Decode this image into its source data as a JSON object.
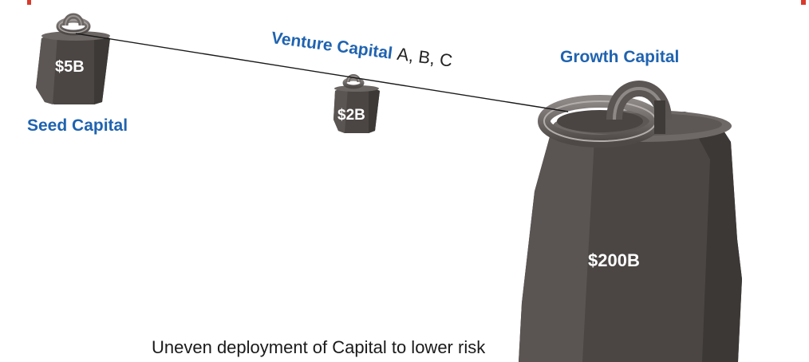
{
  "colors": {
    "label_blue": "#1f63b0",
    "weight_dark": "#4b4644",
    "accent_red": "#d93a2b",
    "caption_text": "#1a1a1a"
  },
  "weights": [
    {
      "label": "Seed Capital",
      "amount": "$5B"
    },
    {
      "label": "Venture Capital",
      "rounds": "A, B, C",
      "amount": "$2B"
    },
    {
      "label": "Growth Capital",
      "amount": "$200B"
    }
  ],
  "caption": "Uneven deployment of Capital to lower risk"
}
